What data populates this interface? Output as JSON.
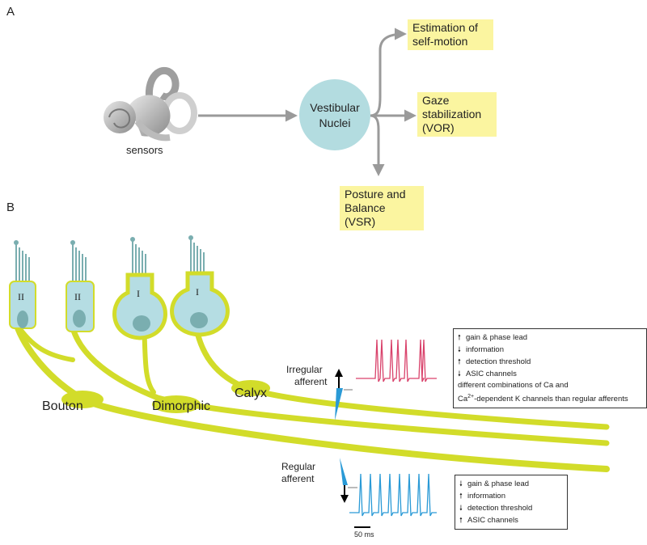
{
  "panel_a": {
    "letter": "A",
    "sensors_label": "sensors",
    "nucleus_label_line1": "Vestibular",
    "nucleus_label_line2": "Nuclei",
    "outputs": [
      {
        "line1": "Estimation of",
        "line2": "self-motion",
        "line3": ""
      },
      {
        "line1": "Gaze",
        "line2": "stabilization",
        "line3": "(VOR)"
      },
      {
        "line1": "Posture and",
        "line2": "Balance",
        "line3": "(VSR)"
      }
    ]
  },
  "panel_b": {
    "letter": "B",
    "hair_cell_types": [
      "II",
      "II",
      "I",
      "I"
    ],
    "terminal_labels": {
      "bouton": "Bouton",
      "dimorphic": "Dimorphic",
      "calyx": "Calyx"
    },
    "irregular": {
      "label_line1": "Irregular",
      "label_line2": "afferent",
      "properties": [
        {
          "arrow": "up",
          "text": "gain & phase lead"
        },
        {
          "arrow": "down",
          "text": "information"
        },
        {
          "arrow": "up",
          "text": "detection threshold"
        },
        {
          "arrow": "down",
          "text": "ASIC channels"
        }
      ],
      "note_line1": "different combinations of Ca and",
      "note_line2_prefix": "Ca",
      "note_line2_sup": "2+",
      "note_line2_suffix": "-dependent K channels than regular afferents",
      "color": "#d9426b"
    },
    "regular": {
      "label_line1": "Regular",
      "label_line2": "afferent",
      "properties": [
        {
          "arrow": "down",
          "text": "gain & phase lead"
        },
        {
          "arrow": "up",
          "text": "information"
        },
        {
          "arrow": "down",
          "text": "detection threshold"
        },
        {
          "arrow": "up",
          "text": "ASIC channels"
        }
      ],
      "color": "#2a9ad6"
    },
    "scale_bar_label": "50 ms"
  },
  "colors": {
    "nerve": "#d2dc2a",
    "cell_fill": "#b5dde3",
    "nucleus_fill": "#7aaeb0",
    "vn_circle": "#b3dce0",
    "arrow_gray": "#9a9a9a",
    "output_box": "#fbf5a0"
  }
}
